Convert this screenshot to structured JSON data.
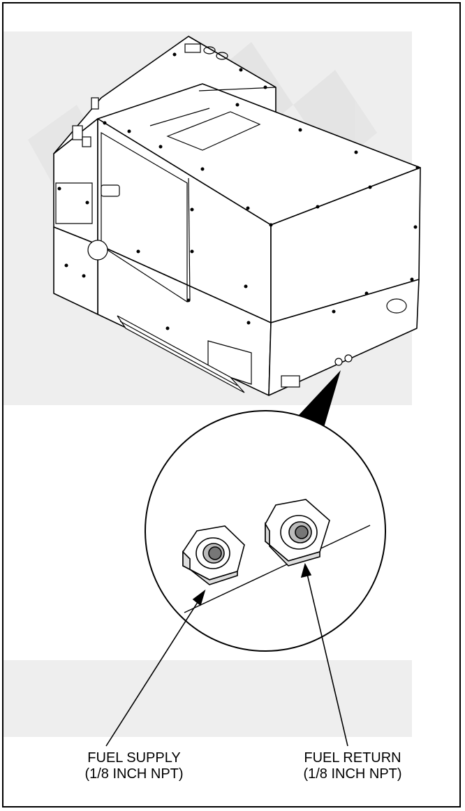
{
  "callouts": {
    "fuel_supply": {
      "name": "FUEL SUPPLY",
      "spec": "(1/8 INCH NPT)"
    },
    "fuel_return": {
      "name": "FUEL RETURN",
      "spec": "(1/8 INCH NPT)"
    }
  },
  "colors": {
    "line": "#000000",
    "panel_fill": "#ffffff",
    "watermark": "#eeeeee",
    "background": "#ffffff"
  }
}
